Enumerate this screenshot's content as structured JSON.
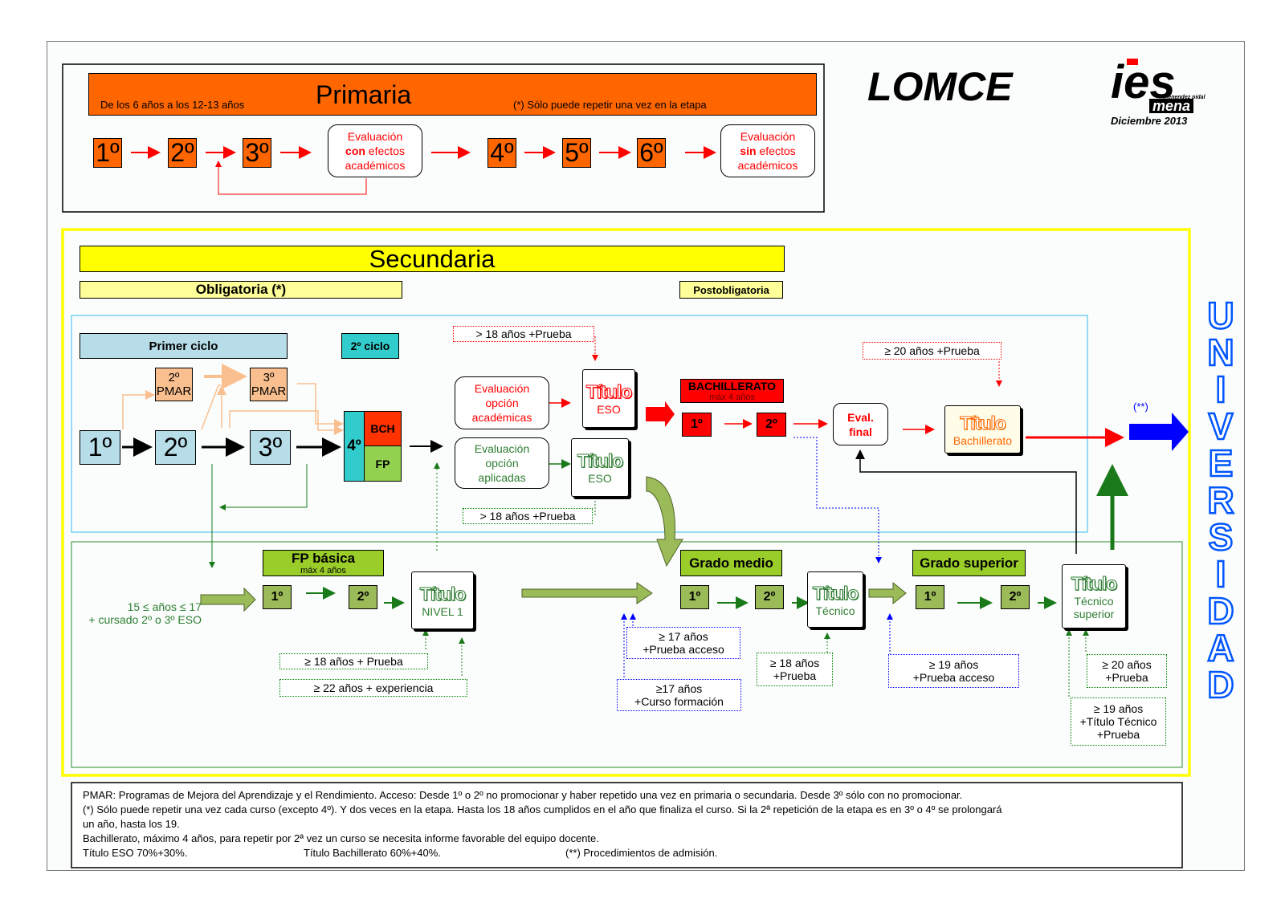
{
  "header": {
    "title": "LOMCE",
    "logo_text": "ies",
    "logo_sub1": "menendez pidal",
    "logo_sub2": "mena",
    "date": "Diciembre 2013"
  },
  "primaria": {
    "title": "Primaria",
    "age_range": "De los 6 años a los 12-13 años",
    "note": "(*) Sólo puede repetir una vez en la etapa",
    "courses": [
      "1º",
      "2º",
      "3º",
      "4º",
      "5º",
      "6º"
    ],
    "eval1": {
      "line1": "Evaluación",
      "bold": "con",
      "rest": " efectos",
      "line3": "académicos"
    },
    "eval2": {
      "line1": "Evaluación",
      "bold": "sin",
      "rest": " efectos",
      "line3": "académicos"
    }
  },
  "secundaria": {
    "title": "Secundaria",
    "obligatoria": "Obligatoria (*)",
    "postobligatoria": "Postobligatoria",
    "primer_ciclo": "Primer ciclo",
    "segundo_ciclo": "2º ciclo",
    "eso_courses": [
      "1º",
      "2º",
      "3º"
    ],
    "cuarto": "4º",
    "bch": "BCH",
    "fp": "FP",
    "pmar2": {
      "n": "2º",
      "l": "PMAR"
    },
    "pmar3": {
      "n": "3º",
      "l": "PMAR"
    },
    "eval_acad": [
      "Evaluación",
      "opción",
      "académicas"
    ],
    "eval_apli": [
      "Evaluación",
      "opción",
      "aplicadas"
    ],
    "prueba18_top": ">  18 años    +Prueba",
    "prueba18_bottom": ">  18 años    +Prueba",
    "titulo_word": "Título",
    "eso": "ESO",
    "bachillerato": "BACHILLERATO",
    "bach_max": "máx 4 años",
    "bach_courses": [
      "1º",
      "2º"
    ],
    "eval_final": [
      "Eval.",
      "final"
    ],
    "prueba20": "≥ 20 años    +Prueba",
    "titulo_bach_sub": "Bachillerato",
    "admision_note": "(**)"
  },
  "fp": {
    "fp_basica": "FP básica",
    "fp_basica_max": "máx 4 años",
    "acceso": [
      "15 ≤ años ≤ 17",
      "+ cursado 2º o 3º ESO"
    ],
    "courses": [
      "1º",
      "2º"
    ],
    "nivel1": "NIVEL 1",
    "b18": "≥ 18 años    + Prueba",
    "b22": "≥ 22 años       + experiencia",
    "grado_medio": "Grado medio",
    "tecnico": "Técnico",
    "gm17a": [
      "≥ 17 años",
      "+Prueba acceso"
    ],
    "gm17b": [
      "≥17 años",
      "+Curso formación"
    ],
    "gm18": [
      "≥ 18 años",
      "+Prueba"
    ],
    "grado_superior": "Grado superior",
    "tecnico_superior": [
      "Técnico",
      "superior"
    ],
    "gs19": [
      "≥ 19 años",
      "+Prueba acceso"
    ],
    "gs20": [
      "≥ 20 años",
      "+Prueba"
    ],
    "gs19b": [
      "≥ 19 años",
      "+Título Técnico",
      "+Prueba"
    ]
  },
  "universidad": [
    "U",
    "N",
    "I",
    "V",
    "E",
    "R",
    "S",
    "I",
    "D",
    "A",
    "D"
  ],
  "footer": {
    "l1": "PMAR: Programas de Mejora del Aprendizaje y el Rendimiento.  Acceso: Desde 1º o 2º no promocionar y haber repetido una vez en primaria o secundaria. Desde 3º sólo con no promocionar.",
    "l2": "(*) Sólo puede repetir una vez cada curso (excepto 4º). Y dos veces en la etapa. Hasta los 18 años cumplidos en el año que finaliza el curso. Si la 2ª repetición de la etapa es en 3º o 4º se prolongará",
    "l3": "un año, hasta los 19.",
    "l4": "Bachillerato, máximo 4 años, para repetir por 2ª vez un curso se necesita informe favorable del equipo docente.",
    "l5a": "Título ESO 70%+30%.",
    "l5b": "Título Bachillerato 60%+40%.",
    "l5c": "(**) Procedimientos de admisión."
  },
  "colors": {
    "primaria": "#ff6600",
    "secundaria": "#ffff00",
    "bachillerato": "#ff0000",
    "fp": "#9bbb59",
    "eso_light": "#b7dde8",
    "universidad": "#0055ff"
  }
}
